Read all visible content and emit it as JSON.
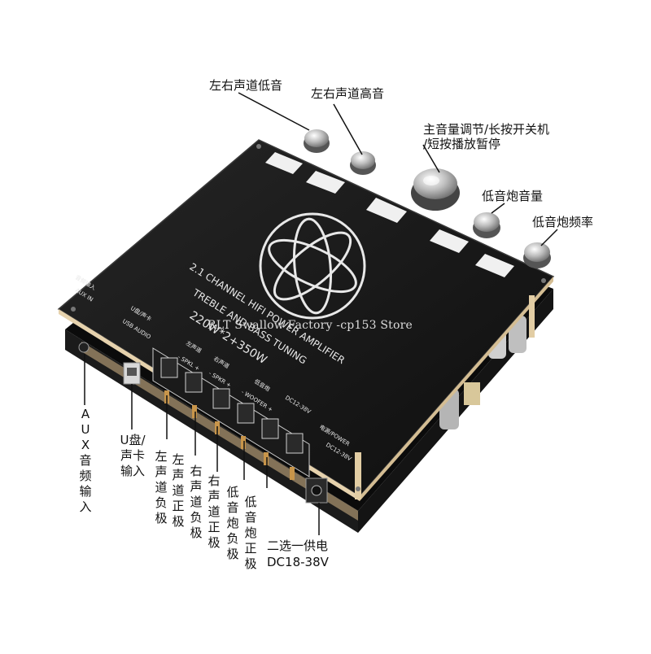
{
  "board": {
    "title_line1": "2.1 CHANNEL HIFI POWER AMPLIFIER",
    "title_line2": "TREBLE AND BASS TUNING",
    "title_line3": "220W*2+350W",
    "silk_aux_cn": "音频输入",
    "silk_aux": "AUX IN",
    "silk_usb_cn": "U盘/声卡",
    "silk_usb": "USB AUDIO",
    "silk_left_cn": "左声道",
    "silk_left": "- SPKL +",
    "silk_right_cn": "右声道",
    "silk_right": "- SPKR +",
    "silk_woofer_cn": "低音炮",
    "silk_woofer": "- WOOFER +",
    "silk_dc": "DC12-38V",
    "silk_power_cn": "电源/POWER",
    "silk_power2": "DC12-38V",
    "plus": "+",
    "minus": "-"
  },
  "callouts": {
    "lr_bass": "左右声道低音",
    "lr_treble": "左右声道高音",
    "main_volume_1": "主音量调节/长按开关机",
    "main_volume_2": "/短按播放暂停",
    "woofer_volume": "低音炮音量",
    "woofer_freq": "低音炮频率",
    "aux": "AUX音频输入",
    "usb": "U盘/声卡输入",
    "left_neg": "左声道负极",
    "left_pos": "左声道正极",
    "right_neg": "右声道负极",
    "right_pos": "右声道正极",
    "woofer_neg": "低音炮负极",
    "woofer_pos": "低音炮正极",
    "power_1": "二选一供电",
    "power_2": "DC18-38V"
  },
  "watermark": "RLT Swallow Factory -cp153 Store",
  "colors": {
    "pcb_top": "#151515",
    "pcb_edge": "#2a2a2a",
    "case": "#0c0c0c",
    "knob_metal": "#c9c9c9",
    "silk": "#e8e8e8",
    "wood": "#d9b98a"
  }
}
